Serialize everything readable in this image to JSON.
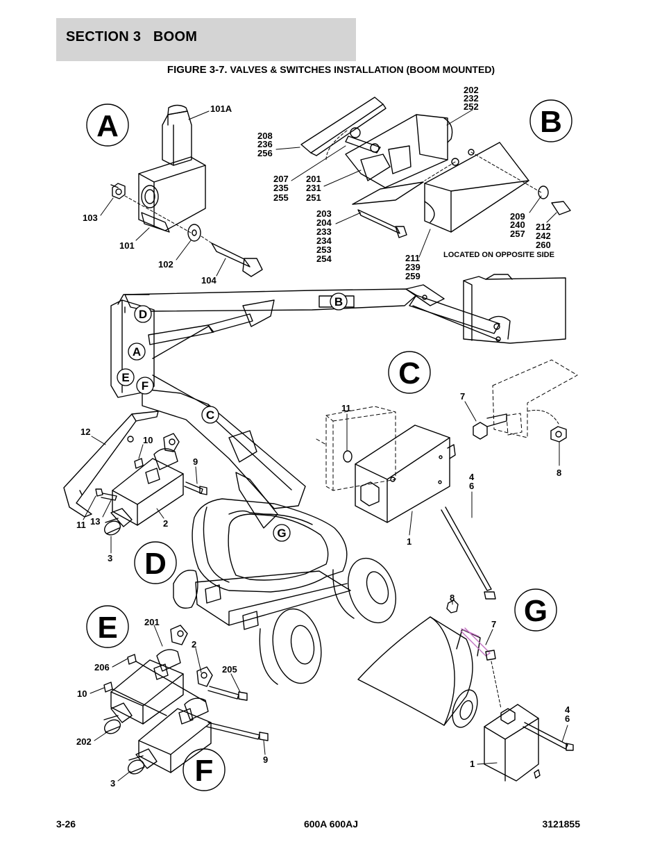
{
  "header": {
    "section": "SECTION 3   BOOM"
  },
  "figure": {
    "number": "FIGURE 3-7.",
    "title": "VALVES & SWITCHES INSTALLATION (BOOM MOUNTED)"
  },
  "detail_views": [
    "A",
    "B",
    "C",
    "D",
    "E",
    "F",
    "G"
  ],
  "callouts": {
    "A": {
      "l101A": "101A",
      "l103": "103",
      "l101": "101",
      "l102": "102",
      "l104": "104"
    },
    "B": {
      "l202": "202",
      "l232": "232",
      "l252": "252",
      "l208": "208",
      "l236": "236",
      "l256": "256",
      "l207": "207",
      "l235": "235",
      "l255": "255",
      "l201": "201",
      "l231": "231",
      "l251": "251",
      "l203": "203",
      "l204": "204",
      "l233": "233",
      "l234": "234",
      "l253": "253",
      "l254": "254",
      "l209": "209",
      "l240": "240",
      "l257": "257",
      "l212": "212",
      "l242": "242",
      "l260": "260",
      "l211": "211",
      "l239": "239",
      "l259": "259",
      "note": "LOCATED ON OPPOSITE SIDE"
    },
    "C": {
      "l11": "11",
      "l7": "7",
      "l8": "8",
      "l4": "4",
      "l6": "6",
      "l1": "1"
    },
    "D": {
      "l12": "12",
      "l10": "10",
      "l9": "9",
      "l11": "11",
      "l13": "13",
      "l2": "2",
      "l3": "3"
    },
    "EF": {
      "l201": "201",
      "l2": "2",
      "l206": "206",
      "l205": "205",
      "l10": "10",
      "l202": "202",
      "l9": "9",
      "l3": "3"
    },
    "G": {
      "l8": "8",
      "l7": "7",
      "l4": "4",
      "l6": "6",
      "l1": "1"
    }
  },
  "machine_markers": [
    "D",
    "A",
    "E",
    "F",
    "C",
    "B",
    "G"
  ],
  "footer": {
    "page": "3-26",
    "model": "600A 600AJ",
    "part_number": "3121855"
  }
}
